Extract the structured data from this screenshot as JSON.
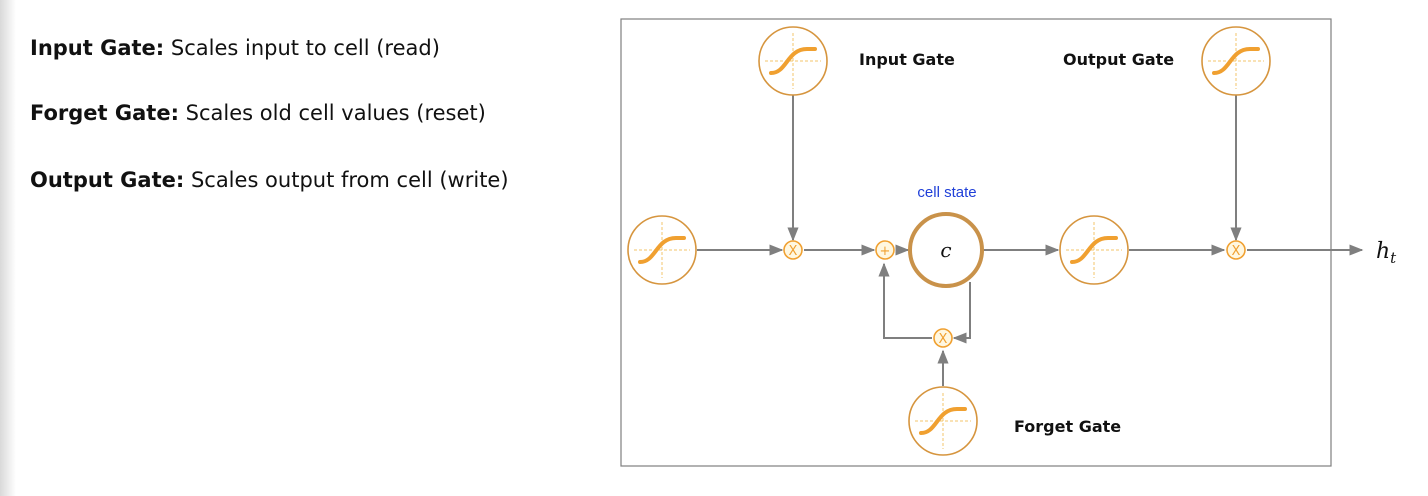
{
  "definitions": [
    {
      "term": "Input Gate:",
      "text": " Scales input to cell (read)"
    },
    {
      "term": "Forget Gate:",
      "text": " Scales old cell values (reset)"
    },
    {
      "term": "Output Gate:",
      "text": " Scales output from cell (write)"
    }
  ],
  "diagram": {
    "input_gate_label": "Input Gate",
    "output_gate_label": "Output Gate",
    "forget_gate_label": "Forget Gate",
    "cell_state_label": "cell state",
    "cell_symbol": "c",
    "multiply_symbol": "X",
    "add_symbol": "+",
    "output_symbol_main": "h",
    "output_symbol_sub": "t"
  },
  "colors": {
    "accent": "#f0a030",
    "circle_border": "#d6953e",
    "arrow": "#7f7f7f",
    "cell_state_text": "#1f3fd8",
    "frame": "#7f7f7f"
  },
  "icons": [
    "sigmoid-icon",
    "multiply-icon",
    "add-icon"
  ]
}
